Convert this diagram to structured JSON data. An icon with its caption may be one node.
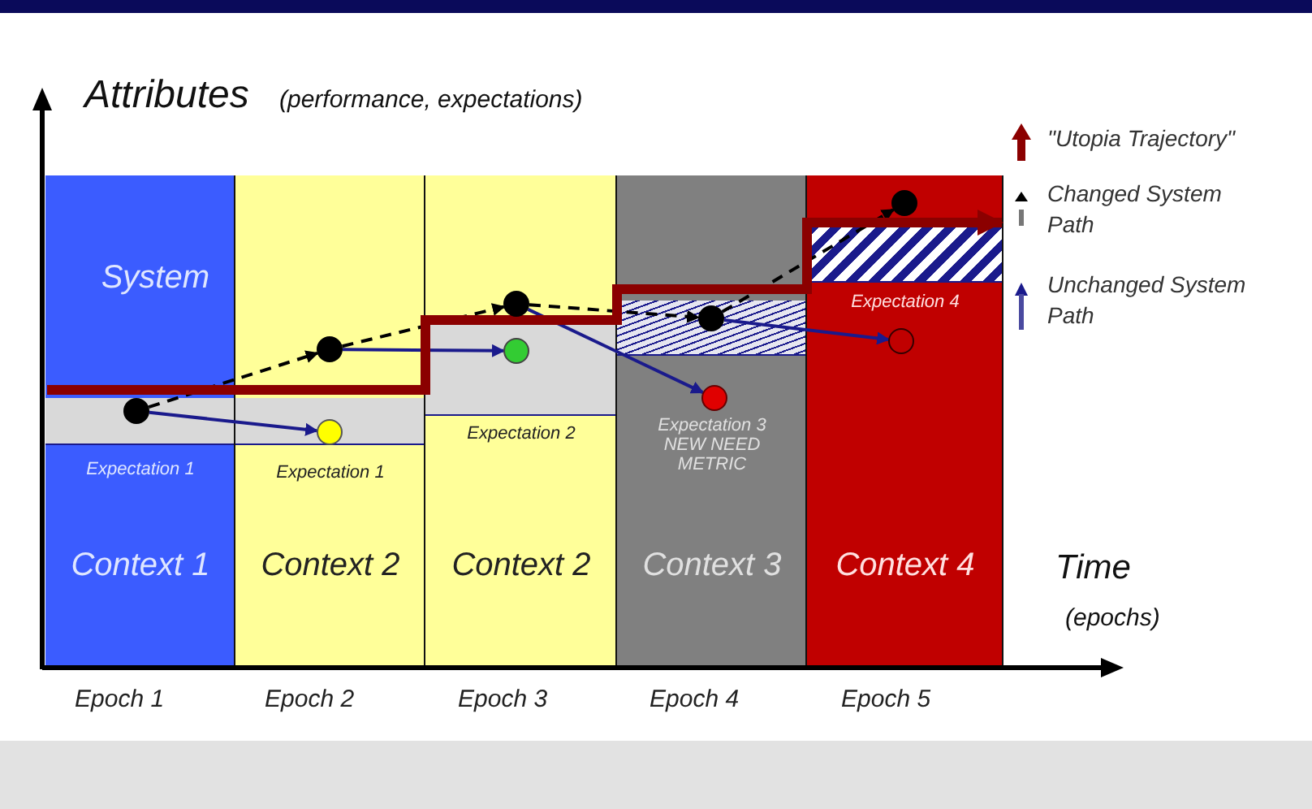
{
  "diagram": {
    "nodes": [
      {
        "text": [
          "System",
          "Expectation 1",
          "Context 1"
        ]
      },
      {
        "text": [
          "Expectation 1",
          "Context 2"
        ]
      },
      {
        "text": [
          "Expectation 2",
          "Context 2"
        ]
      },
      {
        "text": [
          "Expectation 3 NEW NEED METRIC",
          "Context 3"
        ]
      },
      {
        "text": [
          "Expectation 4",
          "Context 4"
        ]
      },
      {
        "text": [],
        "shape": "circle",
        "in": 0
      },
      {
        "text": [],
        "shape": "circle",
        "in": 1
      },
      {
        "text": [],
        "shape": "circle",
        "in": 1
      },
      {
        "text": [],
        "shape": "circle",
        "in": 2
      },
      {
        "text": [],
        "shape": "circle",
        "in": 2
      },
      {
        "text": [],
        "shape": "circle",
        "in": 3
      },
      {
        "text": [],
        "shape": "circle",
        "in": 3
      },
      {
        "text": [],
        "shape": "circle",
        "in": 4
      },
      {
        "text": [],
        "shape": "circle",
        "in": 4
      }
    ],
    "edges": [
      {
        "from": 5,
        "to": 6,
        "arrow": "to",
        "style": "dashed"
      },
      {
        "from": 5,
        "to": 7,
        "arrow": "to",
        "color": "#1a1a8c"
      },
      {
        "from": 6,
        "to": 8,
        "arrow": "to",
        "style": "dashed"
      },
      {
        "from": 6,
        "to": 9,
        "arrow": "to",
        "color": "#1a1a8c"
      },
      {
        "from": 8,
        "to": 10,
        "arrow": "to",
        "style": "dashed"
      },
      {
        "from": 8,
        "to": 11,
        "arrow": "to",
        "color": "#1a1a8c"
      },
      {
        "from": 10,
        "to": 12,
        "arrow": "to",
        "style": "dashed"
      },
      {
        "from": 10,
        "to": 13,
        "arrow": "to",
        "color": "#1a1a8c"
      },
      {
        "from": 0,
        "to": 4,
        "arrow": "to",
        "style": "thick",
        "color": "#8b0000"
      }
    ],
    "labels": [
      "Attributes",
      "(performance, expectations)",
      "Time",
      "(epochs)",
      "Epoch 1",
      "Epoch 2",
      "Epoch 3",
      "Epoch 4",
      "Epoch 5"
    ],
    "legend": [
      {
        "text": "\"Utopia Trajectory\""
      },
      {
        "text": "Changed System Path"
      },
      {
        "text": "Unchanged System Path"
      }
    ]
  }
}
